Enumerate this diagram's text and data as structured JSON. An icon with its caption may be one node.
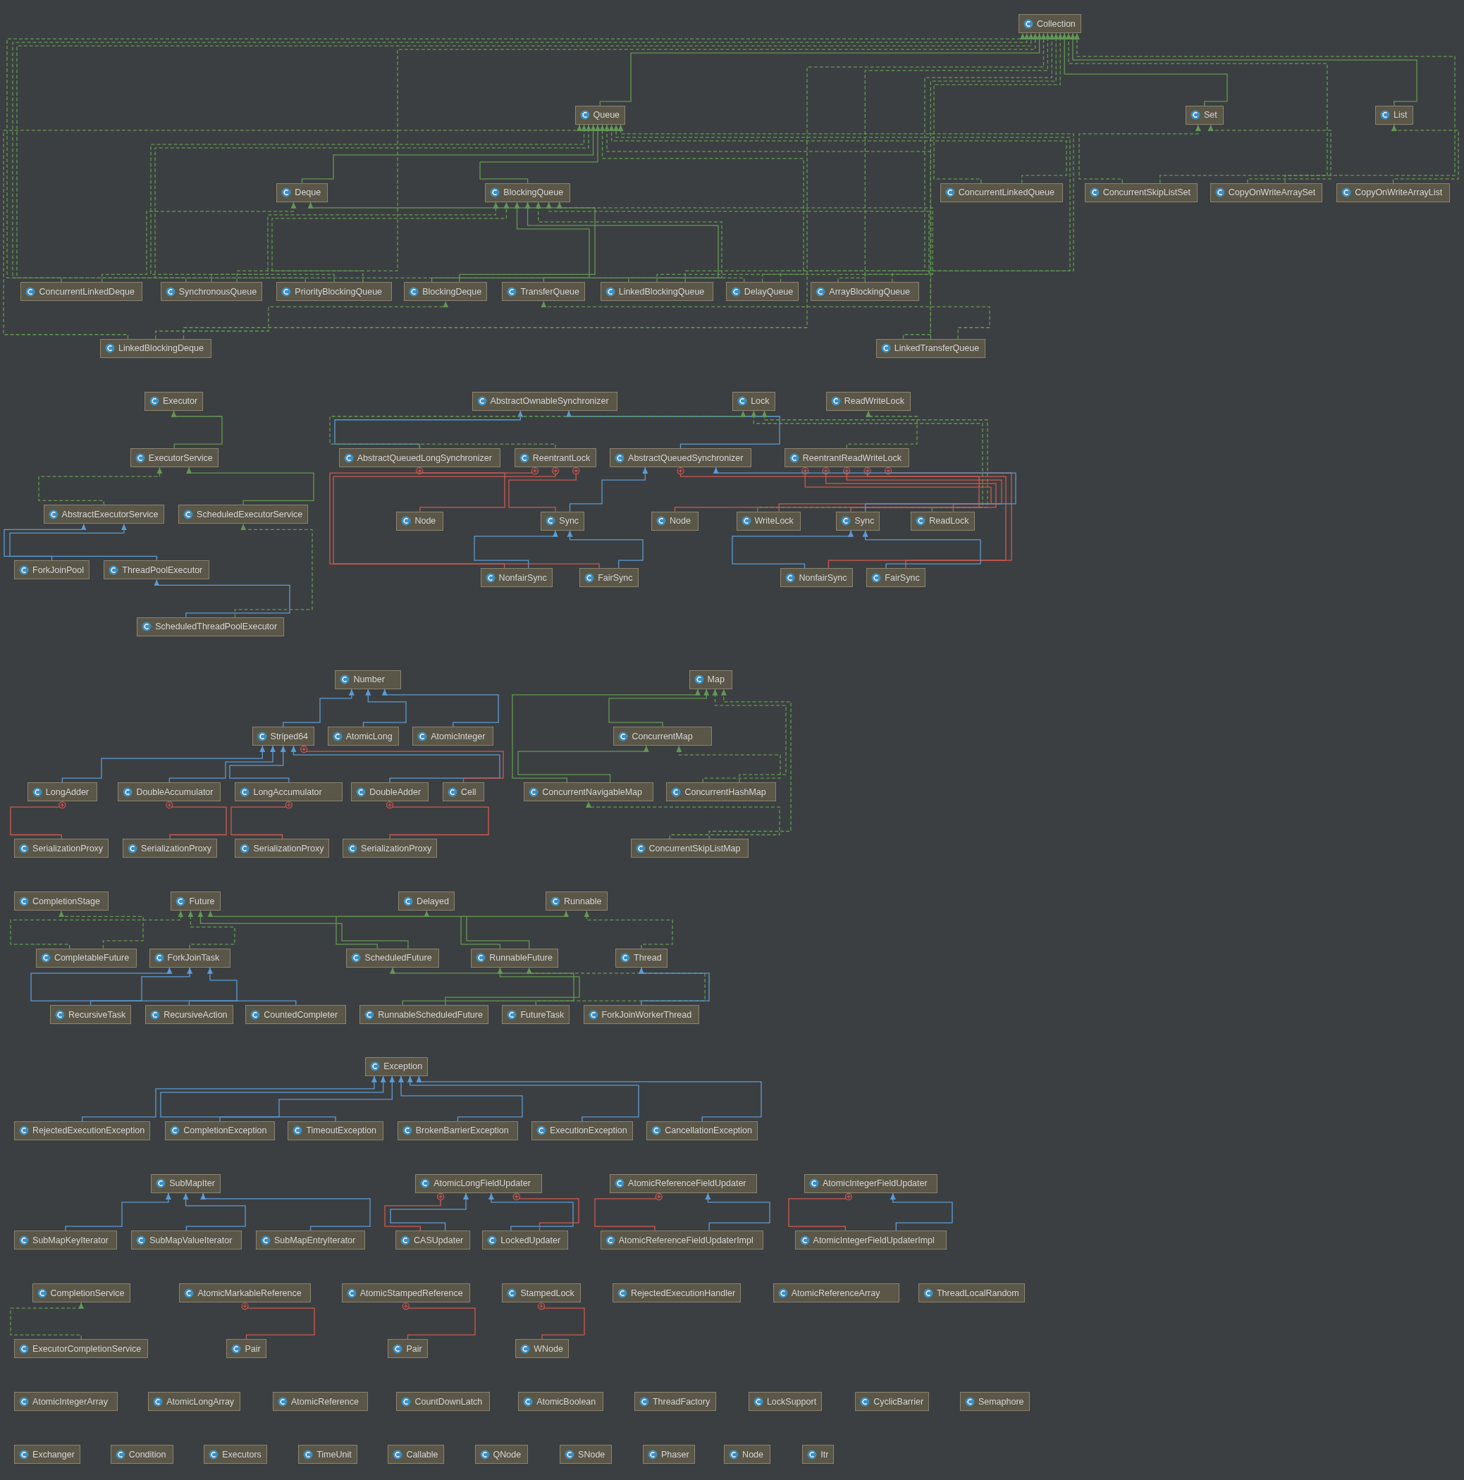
{
  "diagram": {
    "nodes": [
      {
        "text": [
          "Collection"
        ]
      },
      {
        "text": [
          "Queue"
        ]
      },
      {
        "text": [
          "Set"
        ]
      },
      {
        "text": [
          "List"
        ]
      },
      {
        "text": [
          "Deque"
        ]
      },
      {
        "text": [
          "BlockingQueue"
        ]
      },
      {
        "text": [
          "ConcurrentLinkedQueue"
        ]
      },
      {
        "text": [
          "ConcurrentSkipListSet"
        ]
      },
      {
        "text": [
          "CopyOnWriteArraySet"
        ]
      },
      {
        "text": [
          "CopyOnWriteArrayList"
        ]
      },
      {
        "text": [
          "ConcurrentLinkedDeque"
        ]
      },
      {
        "text": [
          "SynchronousQueue"
        ]
      },
      {
        "text": [
          "PriorityBlockingQueue"
        ]
      },
      {
        "text": [
          "BlockingDeque"
        ]
      },
      {
        "text": [
          "TransferQueue"
        ]
      },
      {
        "text": [
          "LinkedBlockingQueue"
        ]
      },
      {
        "text": [
          "DelayQueue"
        ]
      },
      {
        "text": [
          "ArrayBlockingQueue"
        ]
      },
      {
        "text": [
          "LinkedBlockingDeque"
        ]
      },
      {
        "text": [
          "LinkedTransferQueue"
        ]
      },
      {
        "text": [
          "Executor"
        ]
      },
      {
        "text": [
          "ExecutorService"
        ]
      },
      {
        "text": [
          "AbstractExecutorService"
        ]
      },
      {
        "text": [
          "ScheduledExecutorService"
        ]
      },
      {
        "text": [
          "ForkJoinPool"
        ]
      },
      {
        "text": [
          "ThreadPoolExecutor"
        ]
      },
      {
        "text": [
          "ScheduledThreadPoolExecutor"
        ]
      },
      {
        "text": [
          "AbstractOwnableSynchronizer"
        ]
      },
      {
        "text": [
          "Lock"
        ]
      },
      {
        "text": [
          "ReadWriteLock"
        ]
      },
      {
        "text": [
          "AbstractQueuedLongSynchronizer"
        ]
      },
      {
        "text": [
          "ReentrantLock"
        ]
      },
      {
        "text": [
          "AbstractQueuedSynchronizer"
        ]
      },
      {
        "text": [
          "ReentrantReadWriteLock"
        ]
      },
      {
        "text": [
          "Node"
        ]
      },
      {
        "text": [
          "Sync"
        ]
      },
      {
        "text": [
          "Node"
        ]
      },
      {
        "text": [
          "WriteLock"
        ]
      },
      {
        "text": [
          "Sync"
        ]
      },
      {
        "text": [
          "ReadLock"
        ]
      },
      {
        "text": [
          "NonfairSync"
        ]
      },
      {
        "text": [
          "FairSync"
        ]
      },
      {
        "text": [
          "NonfairSync"
        ]
      },
      {
        "text": [
          "FairSync"
        ]
      },
      {
        "text": [
          "Number"
        ]
      },
      {
        "text": [
          "Striped64"
        ]
      },
      {
        "text": [
          "AtomicLong"
        ]
      },
      {
        "text": [
          "AtomicInteger"
        ]
      },
      {
        "text": [
          "LongAdder"
        ]
      },
      {
        "text": [
          "DoubleAccumulator"
        ]
      },
      {
        "text": [
          "LongAccumulator"
        ]
      },
      {
        "text": [
          "DoubleAdder"
        ]
      },
      {
        "text": [
          "Cell"
        ]
      },
      {
        "text": [
          "SerializationProxy"
        ]
      },
      {
        "text": [
          "SerializationProxy"
        ]
      },
      {
        "text": [
          "SerializationProxy"
        ]
      },
      {
        "text": [
          "SerializationProxy"
        ]
      },
      {
        "text": [
          "Map"
        ]
      },
      {
        "text": [
          "ConcurrentMap"
        ]
      },
      {
        "text": [
          "ConcurrentNavigableMap"
        ]
      },
      {
        "text": [
          "ConcurrentHashMap"
        ]
      },
      {
        "text": [
          "ConcurrentSkipListMap"
        ]
      },
      {
        "text": [
          "CompletionStage"
        ]
      },
      {
        "text": [
          "Future"
        ]
      },
      {
        "text": [
          "Delayed"
        ]
      },
      {
        "text": [
          "Runnable"
        ]
      },
      {
        "text": [
          "CompletableFuture"
        ]
      },
      {
        "text": [
          "ForkJoinTask"
        ]
      },
      {
        "text": [
          "ScheduledFuture"
        ]
      },
      {
        "text": [
          "RunnableFuture"
        ]
      },
      {
        "text": [
          "Thread"
        ]
      },
      {
        "text": [
          "RecursiveTask"
        ]
      },
      {
        "text": [
          "RecursiveAction"
        ]
      },
      {
        "text": [
          "CountedCompleter"
        ]
      },
      {
        "text": [
          "RunnableScheduledFuture"
        ]
      },
      {
        "text": [
          "FutureTask"
        ]
      },
      {
        "text": [
          "ForkJoinWorkerThread"
        ]
      },
      {
        "text": [
          "Exception"
        ]
      },
      {
        "text": [
          "RejectedExecutionException"
        ]
      },
      {
        "text": [
          "CompletionException"
        ]
      },
      {
        "text": [
          "TimeoutException"
        ]
      },
      {
        "text": [
          "BrokenBarrierException"
        ]
      },
      {
        "text": [
          "ExecutionException"
        ]
      },
      {
        "text": [
          "CancellationException"
        ]
      },
      {
        "text": [
          "SubMapIter"
        ]
      },
      {
        "text": [
          "SubMapKeyIterator"
        ]
      },
      {
        "text": [
          "SubMapValueIterator"
        ]
      },
      {
        "text": [
          "SubMapEntryIterator"
        ]
      },
      {
        "text": [
          "AtomicLongFieldUpdater"
        ]
      },
      {
        "text": [
          "CASUpdater"
        ]
      },
      {
        "text": [
          "LockedUpdater"
        ]
      },
      {
        "text": [
          "AtomicReferenceFieldUpdater"
        ]
      },
      {
        "text": [
          "AtomicReferenceFieldUpdaterImpl"
        ]
      },
      {
        "text": [
          "AtomicIntegerFieldUpdater"
        ]
      },
      {
        "text": [
          "AtomicIntegerFieldUpdaterImpl"
        ]
      },
      {
        "text": [
          "CompletionService"
        ]
      },
      {
        "text": [
          "AtomicMarkableReference"
        ]
      },
      {
        "text": [
          "AtomicStampedReference"
        ]
      },
      {
        "text": [
          "StampedLock"
        ]
      },
      {
        "text": [
          "RejectedExecutionHandler"
        ]
      },
      {
        "text": [
          "AtomicReferenceArray"
        ]
      },
      {
        "text": [
          "ThreadLocalRandom"
        ]
      },
      {
        "text": [
          "ExecutorCompletionService"
        ]
      },
      {
        "text": [
          "Pair"
        ]
      },
      {
        "text": [
          "Pair"
        ]
      },
      {
        "text": [
          "WNode"
        ]
      },
      {
        "text": [
          "AtomicIntegerArray"
        ]
      },
      {
        "text": [
          "AtomicLongArray"
        ]
      },
      {
        "text": [
          "AtomicReference"
        ]
      },
      {
        "text": [
          "CountDownLatch"
        ]
      },
      {
        "text": [
          "AtomicBoolean"
        ]
      },
      {
        "text": [
          "ThreadFactory"
        ]
      },
      {
        "text": [
          "LockSupport"
        ]
      },
      {
        "text": [
          "CyclicBarrier"
        ]
      },
      {
        "text": [
          "Semaphore"
        ]
      },
      {
        "text": [
          "Exchanger"
        ]
      },
      {
        "text": [
          "Condition"
        ]
      },
      {
        "text": [
          "Executors"
        ]
      },
      {
        "text": [
          "TimeUnit"
        ]
      },
      {
        "text": [
          "Callable"
        ]
      },
      {
        "text": [
          "QNode"
        ]
      },
      {
        "text": [
          "SNode"
        ]
      },
      {
        "text": [
          "Phaser"
        ]
      },
      {
        "text": [
          "Node"
        ]
      },
      {
        "text": [
          "Itr"
        ]
      }
    ],
    "edges": [
      {
        "from": 1,
        "to": 0,
        "arrow": "to"
      },
      {
        "from": 2,
        "to": 0,
        "arrow": "to"
      },
      {
        "from": 3,
        "to": 0,
        "arrow": "to"
      },
      {
        "from": 4,
        "to": 1,
        "arrow": "to"
      },
      {
        "from": 5,
        "to": 1,
        "arrow": "to"
      },
      {
        "from": 6,
        "to": 1,
        "arrow": "to",
        "style": "dashed"
      },
      {
        "from": 6,
        "to": 0,
        "arrow": "to",
        "style": "dashed"
      },
      {
        "from": 7,
        "to": 2,
        "arrow": "to",
        "style": "dashed"
      },
      {
        "from": 7,
        "to": 0,
        "arrow": "to",
        "style": "dashed"
      },
      {
        "from": 8,
        "to": 2,
        "arrow": "to",
        "style": "dashed"
      },
      {
        "from": 8,
        "to": 0,
        "arrow": "to",
        "style": "dashed"
      },
      {
        "from": 9,
        "to": 3,
        "arrow": "to",
        "style": "dashed"
      },
      {
        "from": 10,
        "to": 4,
        "arrow": "to",
        "style": "dashed"
      },
      {
        "from": 10,
        "to": 0,
        "arrow": "to",
        "style": "dashed"
      },
      {
        "from": 11,
        "to": 5,
        "arrow": "to",
        "style": "dashed"
      },
      {
        "from": 11,
        "to": 1,
        "arrow": "to",
        "style": "dashed"
      },
      {
        "from": 11,
        "to": 0,
        "arrow": "to",
        "style": "dashed"
      },
      {
        "from": 12,
        "to": 5,
        "arrow": "to",
        "style": "dashed"
      },
      {
        "from": 12,
        "to": 1,
        "arrow": "to",
        "style": "dashed"
      },
      {
        "from": 12,
        "to": 0,
        "arrow": "to",
        "style": "dashed"
      },
      {
        "from": 13,
        "to": 5,
        "arrow": "to"
      },
      {
        "from": 13,
        "to": 4,
        "arrow": "to"
      },
      {
        "from": 14,
        "to": 5,
        "arrow": "to"
      },
      {
        "from": 15,
        "to": 5,
        "arrow": "to",
        "style": "dashed"
      },
      {
        "from": 15,
        "to": 1,
        "arrow": "to",
        "style": "dashed"
      },
      {
        "from": 15,
        "to": 0,
        "arrow": "to",
        "style": "dashed"
      },
      {
        "from": 16,
        "to": 5,
        "arrow": "to",
        "style": "dashed"
      },
      {
        "from": 16,
        "to": 1,
        "arrow": "to",
        "style": "dashed"
      },
      {
        "from": 16,
        "to": 0,
        "arrow": "to",
        "style": "dashed"
      },
      {
        "from": 17,
        "to": 5,
        "arrow": "to",
        "style": "dashed"
      },
      {
        "from": 17,
        "to": 1,
        "arrow": "to",
        "style": "dashed"
      },
      {
        "from": 17,
        "to": 0,
        "arrow": "to",
        "style": "dashed"
      },
      {
        "from": 18,
        "to": 13,
        "arrow": "to",
        "style": "dashed"
      },
      {
        "from": 18,
        "to": 1,
        "arrow": "to",
        "style": "dashed"
      },
      {
        "from": 18,
        "to": 0,
        "arrow": "to",
        "style": "dashed"
      },
      {
        "from": 19,
        "to": 14,
        "arrow": "to",
        "style": "dashed"
      },
      {
        "from": 19,
        "to": 1,
        "arrow": "to",
        "style": "dashed"
      },
      {
        "from": 19,
        "to": 0,
        "arrow": "to",
        "style": "dashed"
      },
      {
        "from": 21,
        "to": 20,
        "arrow": "to"
      },
      {
        "from": 22,
        "to": 21,
        "arrow": "to",
        "style": "dashed"
      },
      {
        "from": 23,
        "to": 21,
        "arrow": "to"
      },
      {
        "from": 24,
        "to": 22,
        "arrow": "to",
        "color": "#5b9bd5"
      },
      {
        "from": 25,
        "to": 22,
        "arrow": "to",
        "color": "#5b9bd5"
      },
      {
        "from": 26,
        "to": 25,
        "arrow": "to",
        "color": "#5b9bd5"
      },
      {
        "from": 26,
        "to": 23,
        "arrow": "to",
        "style": "dashed"
      },
      {
        "from": 30,
        "to": 27,
        "arrow": "to",
        "color": "#5b9bd5"
      },
      {
        "from": 32,
        "to": 27,
        "arrow": "to",
        "color": "#5b9bd5"
      },
      {
        "from": 34,
        "to": 30,
        "arrow": "other",
        "color": "#cc5a52"
      },
      {
        "from": 31,
        "to": 28,
        "arrow": "to",
        "style": "dashed"
      },
      {
        "from": 35,
        "to": 32,
        "arrow": "to",
        "color": "#5b9bd5"
      },
      {
        "from": 35,
        "to": 31,
        "arrow": "other",
        "color": "#cc5a52"
      },
      {
        "from": 40,
        "to": 35,
        "arrow": "to",
        "color": "#5b9bd5"
      },
      {
        "from": 41,
        "to": 35,
        "arrow": "to",
        "color": "#5b9bd5"
      },
      {
        "from": 40,
        "to": 31,
        "arrow": "other",
        "color": "#cc5a52"
      },
      {
        "from": 41,
        "to": 31,
        "arrow": "other",
        "color": "#cc5a52"
      },
      {
        "from": 36,
        "to": 32,
        "arrow": "other",
        "color": "#cc5a52"
      },
      {
        "from": 33,
        "to": 29,
        "arrow": "to",
        "style": "dashed"
      },
      {
        "from": 37,
        "to": 28,
        "arrow": "to",
        "style": "dashed"
      },
      {
        "from": 39,
        "to": 28,
        "arrow": "to",
        "style": "dashed"
      },
      {
        "from": 37,
        "to": 33,
        "arrow": "other",
        "color": "#cc5a52"
      },
      {
        "from": 38,
        "to": 33,
        "arrow": "other",
        "color": "#cc5a52"
      },
      {
        "from": 39,
        "to": 33,
        "arrow": "other",
        "color": "#cc5a52"
      },
      {
        "from": 42,
        "to": 33,
        "arrow": "other",
        "color": "#cc5a52"
      },
      {
        "from": 43,
        "to": 33,
        "arrow": "other",
        "color": "#cc5a52"
      },
      {
        "from": 38,
        "to": 32,
        "arrow": "to",
        "color": "#5b9bd5"
      },
      {
        "from": 42,
        "to": 38,
        "arrow": "to",
        "color": "#5b9bd5"
      },
      {
        "from": 43,
        "to": 38,
        "arrow": "to",
        "color": "#5b9bd5"
      },
      {
        "from": 45,
        "to": 44,
        "arrow": "to",
        "color": "#5b9bd5"
      },
      {
        "from": 46,
        "to": 44,
        "arrow": "to",
        "color": "#5b9bd5"
      },
      {
        "from": 47,
        "to": 44,
        "arrow": "to",
        "color": "#5b9bd5"
      },
      {
        "from": 48,
        "to": 45,
        "arrow": "to",
        "color": "#5b9bd5"
      },
      {
        "from": 49,
        "to": 45,
        "arrow": "to",
        "color": "#5b9bd5"
      },
      {
        "from": 50,
        "to": 45,
        "arrow": "to",
        "color": "#5b9bd5"
      },
      {
        "from": 51,
        "to": 45,
        "arrow": "to",
        "color": "#5b9bd5"
      },
      {
        "from": 52,
        "to": 45,
        "arrow": "other",
        "color": "#cc5a52"
      },
      {
        "from": 53,
        "to": 48,
        "arrow": "other",
        "color": "#cc5a52"
      },
      {
        "from": 54,
        "to": 49,
        "arrow": "other",
        "color": "#cc5a52"
      },
      {
        "from": 55,
        "to": 50,
        "arrow": "other",
        "color": "#cc5a52"
      },
      {
        "from": 56,
        "to": 51,
        "arrow": "other",
        "color": "#cc5a52"
      },
      {
        "from": 58,
        "to": 57,
        "arrow": "to"
      },
      {
        "from": 59,
        "to": 58,
        "arrow": "to"
      },
      {
        "from": 59,
        "to": 57,
        "arrow": "to"
      },
      {
        "from": 60,
        "to": 58,
        "arrow": "to",
        "style": "dashed"
      },
      {
        "from": 60,
        "to": 57,
        "arrow": "to",
        "style": "dashed"
      },
      {
        "from": 61,
        "to": 59,
        "arrow": "to",
        "style": "dashed"
      },
      {
        "from": 61,
        "to": 57,
        "arrow": "to",
        "style": "dashed"
      },
      {
        "from": 66,
        "to": 62,
        "arrow": "to",
        "style": "dashed"
      },
      {
        "from": 66,
        "to": 63,
        "arrow": "to",
        "style": "dashed"
      },
      {
        "from": 67,
        "to": 63,
        "arrow": "to",
        "style": "dashed"
      },
      {
        "from": 68,
        "to": 63,
        "arrow": "to"
      },
      {
        "from": 68,
        "to": 64,
        "arrow": "to"
      },
      {
        "from": 69,
        "to": 63,
        "arrow": "to"
      },
      {
        "from": 69,
        "to": 65,
        "arrow": "to"
      },
      {
        "from": 70,
        "to": 65,
        "arrow": "to",
        "style": "dashed"
      },
      {
        "from": 71,
        "to": 67,
        "arrow": "to",
        "color": "#5b9bd5"
      },
      {
        "from": 72,
        "to": 67,
        "arrow": "to",
        "color": "#5b9bd5"
      },
      {
        "from": 73,
        "to": 67,
        "arrow": "to",
        "color": "#5b9bd5"
      },
      {
        "from": 74,
        "to": 68,
        "arrow": "to"
      },
      {
        "from": 74,
        "to": 69,
        "arrow": "to"
      },
      {
        "from": 75,
        "to": 69,
        "arrow": "to",
        "style": "dashed"
      },
      {
        "from": 76,
        "to": 70,
        "arrow": "to",
        "color": "#5b9bd5"
      },
      {
        "from": 78,
        "to": 77,
        "arrow": "to",
        "color": "#5b9bd5"
      },
      {
        "from": 79,
        "to": 77,
        "arrow": "to",
        "color": "#5b9bd5"
      },
      {
        "from": 80,
        "to": 77,
        "arrow": "to",
        "color": "#5b9bd5"
      },
      {
        "from": 81,
        "to": 77,
        "arrow": "to",
        "color": "#5b9bd5"
      },
      {
        "from": 82,
        "to": 77,
        "arrow": "to",
        "color": "#5b9bd5"
      },
      {
        "from": 83,
        "to": 77,
        "arrow": "to",
        "color": "#5b9bd5"
      },
      {
        "from": 85,
        "to": 84,
        "arrow": "to",
        "color": "#5b9bd5"
      },
      {
        "from": 86,
        "to": 84,
        "arrow": "to",
        "color": "#5b9bd5"
      },
      {
        "from": 87,
        "to": 84,
        "arrow": "to",
        "color": "#5b9bd5"
      },
      {
        "from": 89,
        "to": 88,
        "arrow": "to",
        "color": "#5b9bd5"
      },
      {
        "from": 89,
        "to": 88,
        "arrow": "other",
        "color": "#cc5a52"
      },
      {
        "from": 90,
        "to": 88,
        "arrow": "to",
        "color": "#5b9bd5"
      },
      {
        "from": 90,
        "to": 88,
        "arrow": "other",
        "color": "#cc5a52"
      },
      {
        "from": 92,
        "to": 91,
        "arrow": "to",
        "color": "#5b9bd5"
      },
      {
        "from": 92,
        "to": 91,
        "arrow": "other",
        "color": "#cc5a52"
      },
      {
        "from": 94,
        "to": 93,
        "arrow": "to",
        "color": "#5b9bd5"
      },
      {
        "from": 94,
        "to": 93,
        "arrow": "other",
        "color": "#cc5a52"
      },
      {
        "from": 102,
        "to": 95,
        "arrow": "to",
        "style": "dashed"
      },
      {
        "from": 103,
        "to": 96,
        "arrow": "other",
        "color": "#cc5a52"
      },
      {
        "from": 104,
        "to": 97,
        "arrow": "other",
        "color": "#cc5a52"
      },
      {
        "from": 105,
        "to": 98,
        "arrow": "other",
        "color": "#cc5a52"
      }
    ]
  }
}
